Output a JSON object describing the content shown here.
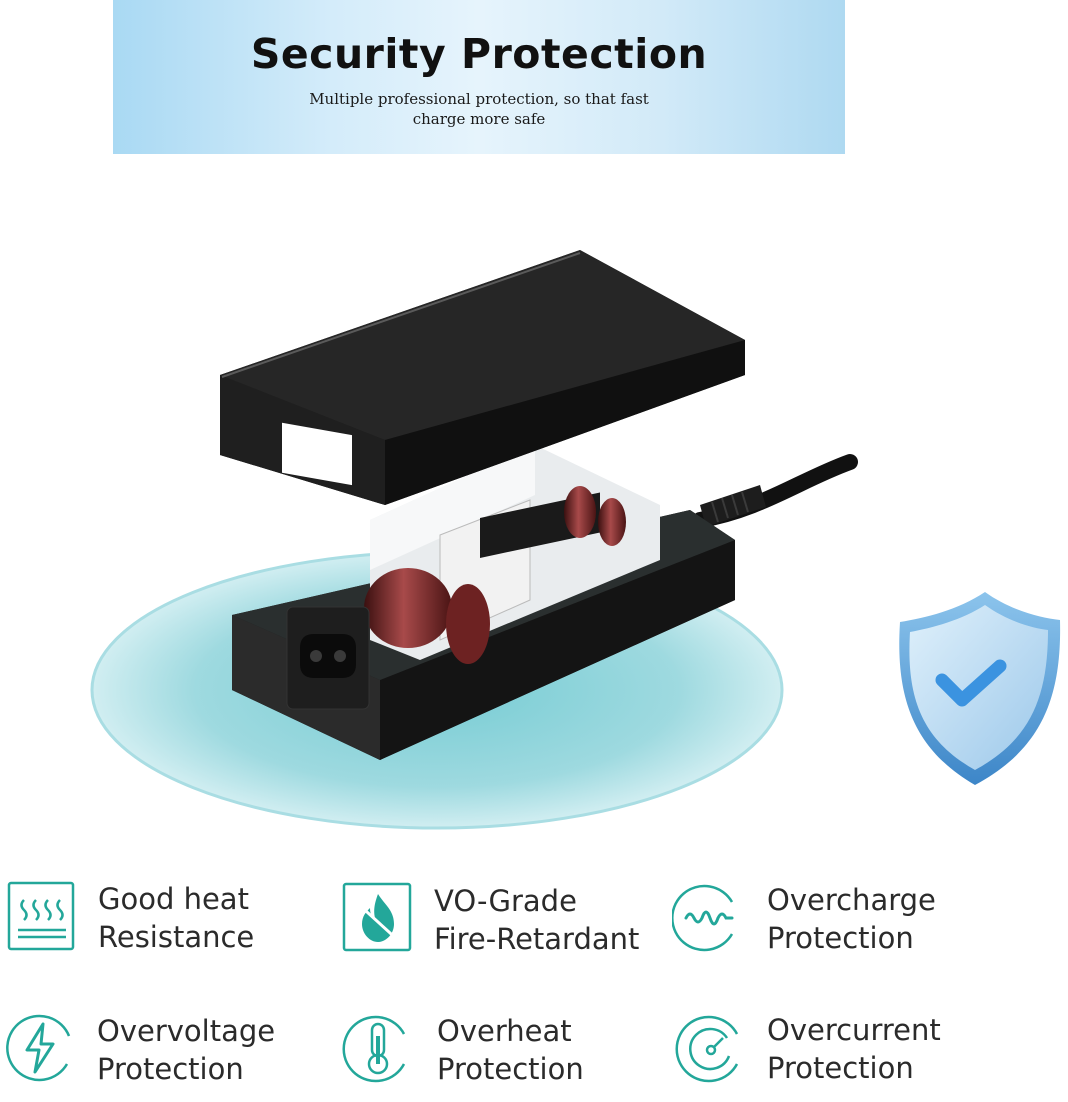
{
  "banner": {
    "title": "Security Protection",
    "subtitle_line1": "Multiple professional protection, so that fast",
    "subtitle_line2": "charge more safe"
  },
  "accent_color": "#23a79a",
  "features": [
    {
      "icon": "heat-waves-icon",
      "line1": "Good heat",
      "line2": "Resistance"
    },
    {
      "icon": "flame-icon",
      "line1": "VO-Grade",
      "line2": "Fire-Retardant"
    },
    {
      "icon": "wave-icon",
      "line1": "Overcharge",
      "line2": "Protection"
    },
    {
      "icon": "lightning-icon",
      "line1": "Overvoltage",
      "line2": "Protection"
    },
    {
      "icon": "thermometer-icon",
      "line1": "Overheat",
      "line2": "Protection"
    },
    {
      "icon": "gauge-icon",
      "line1": "Overcurrent",
      "line2": "Protection"
    }
  ]
}
